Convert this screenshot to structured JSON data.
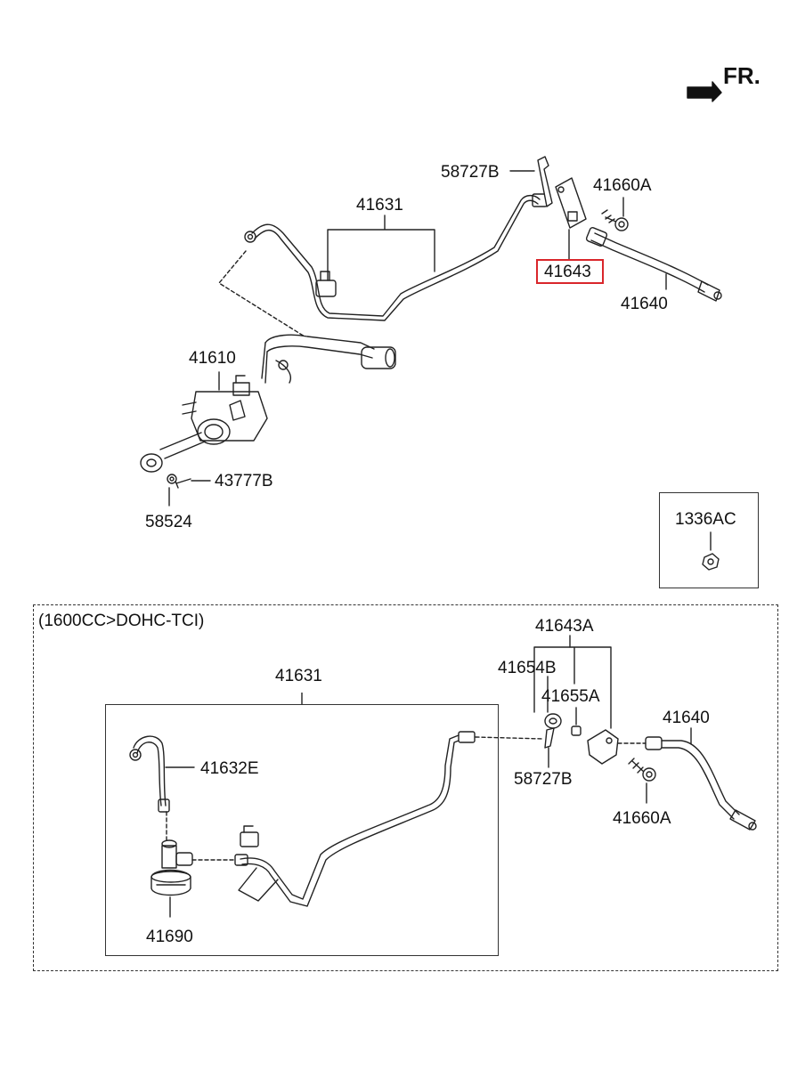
{
  "direction_label": "FR.",
  "variant_label": "(1600CC>DOHC-TCI)",
  "highlight_color": "#d9262b",
  "upper_labels": {
    "p58727b": "58727B",
    "p41660a": "41660A",
    "p41631": "41631",
    "p41643": "41643",
    "p41640": "41640",
    "p41610": "41610",
    "p43777b": "43777B",
    "p58524": "58524"
  },
  "inset_label": "1336AC",
  "lower_labels": {
    "p41643a": "41643A",
    "p41654b": "41654B",
    "p41655a": "41655A",
    "p41631": "41631",
    "p41640": "41640",
    "p41632e": "41632E",
    "p58727b": "58727B",
    "p41660a": "41660A",
    "p41690": "41690"
  },
  "highlighted_part": "41643"
}
